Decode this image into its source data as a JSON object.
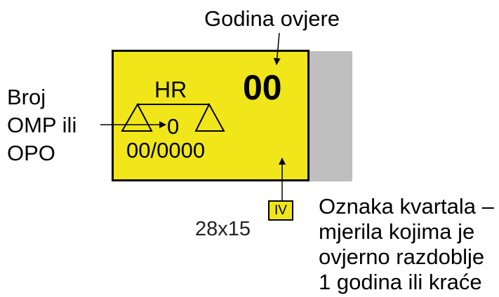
{
  "title_label": "Godina ovjere",
  "left_label": [
    "Broj",
    "OMP ili",
    "OPO"
  ],
  "stamp": {
    "country": "HR",
    "year": "00",
    "number": "0",
    "serial": "00/0000"
  },
  "quarter_mark": "IV",
  "size_label": "28x15",
  "right_label": [
    "Oznaka kvartala –",
    "mjerila kojima je",
    "ovjerno razdoblje",
    "1 godina ili kraće"
  ],
  "colors": {
    "stamp": "#f0e619",
    "side_strip": "#bfbfbf",
    "line": "#000000"
  }
}
